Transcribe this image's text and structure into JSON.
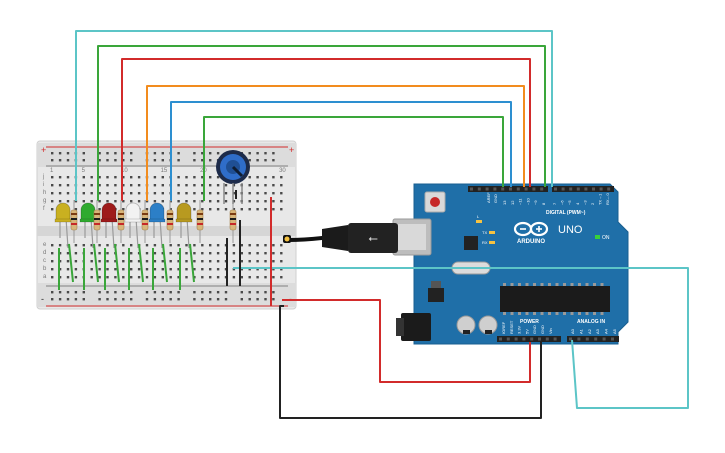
{
  "board": {
    "brand": "ARDUINO",
    "model": "UNO",
    "on_label": "ON",
    "digital_label": "DIGITAL (PWM~)",
    "analog_label": "ANALOG IN",
    "power_label": "POWER",
    "aref_label": "AREF",
    "gnd_label": "GND",
    "tx_label": "TX",
    "rx_label": "RX",
    "l_label": "L",
    "digital_pins": [
      "13",
      "12",
      "~11",
      "~10",
      "~9",
      "8",
      "7",
      "~6",
      "~5",
      "4",
      "~3",
      "2",
      "TX→1",
      "RX←0"
    ],
    "power_pins": [
      "IOREF",
      "RESET",
      "3.3V",
      "5V",
      "GND",
      "GND",
      "Vin"
    ],
    "analog_pins": [
      "A0",
      "A1",
      "A2",
      "A3",
      "A4",
      "A5"
    ]
  },
  "breadboard": {
    "row_letters_top": [
      "j",
      "i",
      "h",
      "g",
      "f"
    ],
    "row_letters_bottom": [
      "e",
      "d",
      "c",
      "b",
      "a"
    ],
    "column_numbers": [
      "1",
      "5",
      "10",
      "15",
      "20",
      "25",
      "30"
    ],
    "rail_plus": "+",
    "rail_minus": "-"
  },
  "components": {
    "leds": [
      {
        "name": "led-yellow-1",
        "color": "#c9b020"
      },
      {
        "name": "led-green",
        "color": "#2faa2f"
      },
      {
        "name": "led-red",
        "color": "#9e1b1b"
      },
      {
        "name": "led-white",
        "color": "#f2f2f2"
      },
      {
        "name": "led-blue",
        "color": "#2c7fc7"
      },
      {
        "name": "led-yellow-2",
        "color": "#b89a20"
      }
    ],
    "potentiometer": "potentiometer-icon",
    "usb_connector": "usb-cable-icon"
  },
  "colors": {
    "board_blue": "#1f6fa8",
    "wire_cyan": "#5cc5c7",
    "wire_green": "#3aa63a",
    "wire_red": "#d22b2b",
    "wire_orange": "#f28c1e",
    "wire_blue": "#2d8fd0",
    "wire_black": "#222222"
  }
}
